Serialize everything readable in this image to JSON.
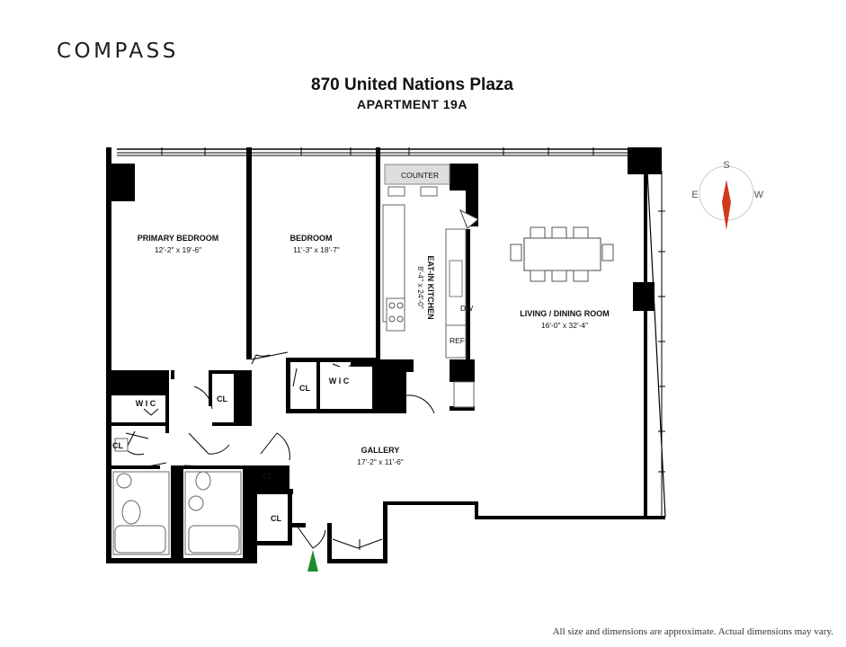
{
  "brand": "COMPASS",
  "address": "870 United Nations Plaza",
  "unit": "APARTMENT 19A",
  "disclaimer": "All size and dimensions are approximate. Actual dimensions may vary.",
  "compass": {
    "north": "S",
    "east": "E",
    "west": "W"
  },
  "rooms": {
    "primary_bedroom": {
      "name": "PRIMARY BEDROOM",
      "dims": "12'-2\" x 19'-6\""
    },
    "bedroom": {
      "name": "BEDROOM",
      "dims": "11'-3\" x 18'-7\""
    },
    "kitchen": {
      "name": "EAT-IN KITCHEN",
      "dims": "8'-4\" x 24'-0\""
    },
    "living": {
      "name": "LIVING / DINING ROOM",
      "dims": "16'-0\" x 32'-4\""
    },
    "gallery": {
      "name": "GALLERY",
      "dims": "17'-2\" x 11'-6\""
    }
  },
  "labels": {
    "counter": "COUNTER",
    "wic": "W I C",
    "cl": "CL",
    "dw": "DW",
    "ref": "REF"
  },
  "colors": {
    "wall": "#000000",
    "compass_needle": "#d2381c",
    "entry_arrow": "#1e8c2c"
  }
}
